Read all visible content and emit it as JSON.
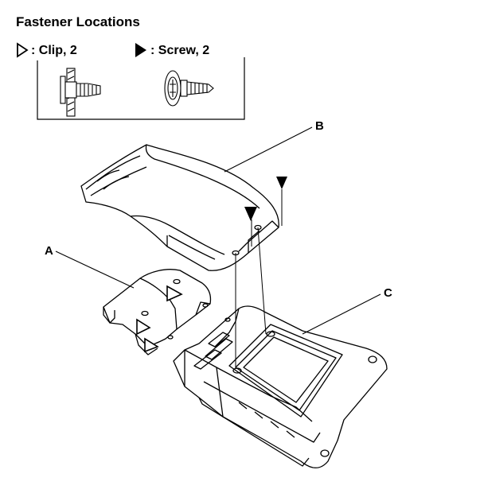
{
  "legend": {
    "title": "Fastener Locations",
    "clip": {
      "text": ": Clip, 2",
      "icon": "clip-triangle-outline-icon"
    },
    "screw": {
      "text": ": Screw, 2",
      "icon": "screw-triangle-filled-icon"
    }
  },
  "callouts": {
    "a": "A",
    "b": "B",
    "c": "C"
  },
  "colors": {
    "ink": "#000000",
    "paper": "#ffffff"
  }
}
